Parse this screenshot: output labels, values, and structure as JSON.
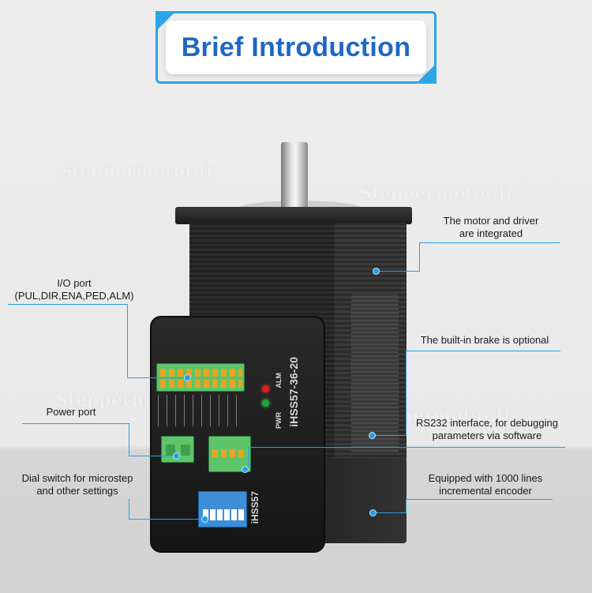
{
  "banner": {
    "title": "Brief Introduction"
  },
  "watermarks": [
    "Steppermotor.fr",
    "Steppermotor.fr",
    "Steppermotor.fr",
    "Steppermotor.fr"
  ],
  "callouts": {
    "integrated": {
      "line1": "The motor and driver",
      "line2": "are integrated"
    },
    "io_port": {
      "line1": "I/O port",
      "line2": "(PUL,DIR,ENA,PED,ALM)"
    },
    "brake": {
      "line1": "The built-in brake is optional"
    },
    "power_port": {
      "line1": "Power port"
    },
    "rs232": {
      "line1": "RS232 interface, for debugging",
      "line2": "parameters via software"
    },
    "dial_switch": {
      "line1": "Dial switch for microstep",
      "line2": "and other settings"
    },
    "encoder": {
      "line1": "Equipped with 1000 lines",
      "line2": "incremental encoder"
    }
  },
  "driver_labels": {
    "model": "iHSS57-36-20",
    "model_short": "iHSS57",
    "alm": "ALM",
    "pwr": "PWR"
  },
  "colors": {
    "accent": "#2a9ee0",
    "banner_text": "#1f68c4",
    "terminal_green": "#5ec46a"
  }
}
